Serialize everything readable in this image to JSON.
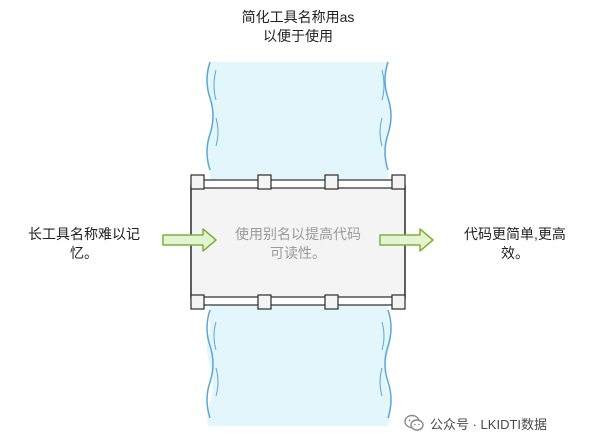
{
  "top_label": {
    "line1": "简化工具名称用as",
    "line2": "以便于使用"
  },
  "left_label": {
    "line1": "长工具名称难以记",
    "line2": "忆。"
  },
  "center_label": {
    "line1": "使用别名以提高代码",
    "line2": "可读性。"
  },
  "right_label": {
    "line1": "代码更简单,更高",
    "line2": "效。"
  },
  "watermark": {
    "text": "公众号 · LKIDTI数据"
  },
  "colors": {
    "river_fill": "#e3f6fc",
    "river_stroke": "#5aa7d6",
    "bridge_fill": "#f4f4f4",
    "bridge_stroke": "#2b2b2b",
    "arrow_fill": "#e6f3d2",
    "arrow_stroke": "#7ab33a"
  }
}
